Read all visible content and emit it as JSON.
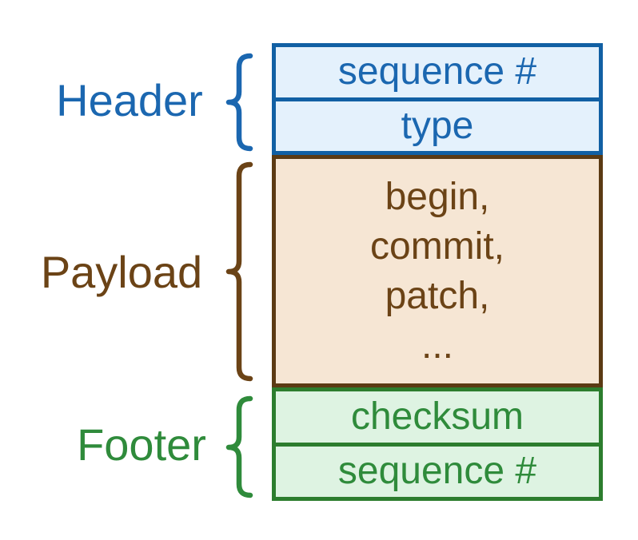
{
  "diagram": {
    "title_hint": "message structure diagram",
    "sections": [
      {
        "id": "header",
        "label": "Header",
        "rows": [
          "sequence #",
          "type"
        ]
      },
      {
        "id": "payload",
        "label": "Payload",
        "lines": [
          "begin,",
          "commit,",
          "patch,",
          "..."
        ]
      },
      {
        "id": "footer",
        "label": "Footer",
        "rows": [
          "checksum",
          "sequence #"
        ]
      }
    ]
  },
  "colors": {
    "blue": {
      "accent": "#1b67b0",
      "border": "#1160a4",
      "fill": "#e4f1fc"
    },
    "brown": {
      "accent": "#6b4316",
      "border": "#5b3a13",
      "fill": "#f6e6d4"
    },
    "green": {
      "accent": "#2f8b3b",
      "border": "#2c7d2e",
      "fill": "#def3e2"
    },
    "background": "#ffffff"
  }
}
